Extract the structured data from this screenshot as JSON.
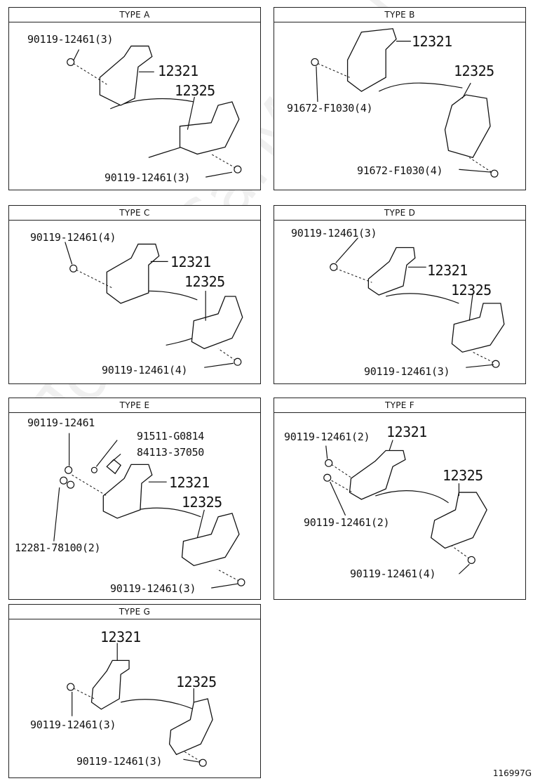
{
  "panels": [
    {
      "title": "TYPE A",
      "labels": [
        "90119-12461(3)",
        "12321",
        "12325",
        "90119-12461(3)"
      ]
    },
    {
      "title": "TYPE B",
      "labels": [
        "12321",
        "12325",
        "91672-F1030(4)",
        "91672-F1030(4)"
      ]
    },
    {
      "title": "TYPE C",
      "labels": [
        "90119-12461(4)",
        "12321",
        "12325",
        "90119-12461(4)"
      ]
    },
    {
      "title": "TYPE D",
      "labels": [
        "90119-12461(3)",
        "12321",
        "12325",
        "90119-12461(3)"
      ]
    },
    {
      "title": "TYPE E",
      "labels": [
        "90119-12461",
        "91511-G0814",
        "84113-37050",
        "12321",
        "12325",
        "12281-78100(2)",
        "90119-12461(3)"
      ]
    },
    {
      "title": "TYPE F",
      "labels": [
        "90119-12461(2)",
        "12321",
        "12325",
        "90119-12461(2)",
        "90119-12461(4)"
      ]
    },
    {
      "title": "TYPE G",
      "labels": [
        "12321",
        "12325",
        "90119-12461(3)",
        "90119-12461(3)"
      ]
    }
  ],
  "reference": "116997G",
  "watermark": "ToyotaCarMine.ru"
}
